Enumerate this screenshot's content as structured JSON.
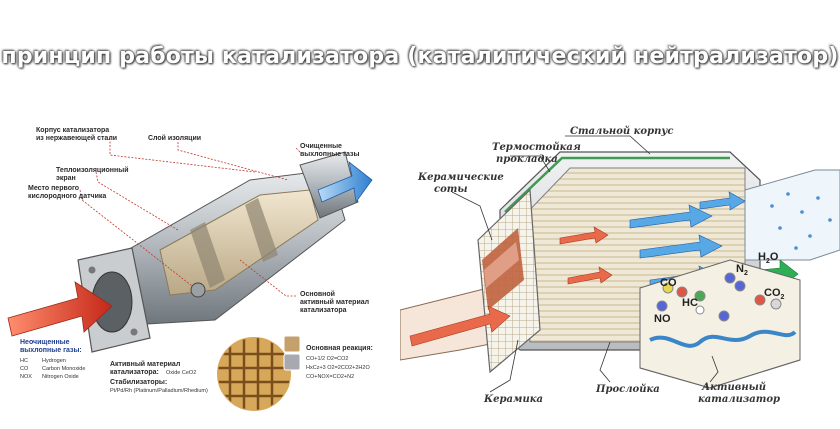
{
  "title": "принцип работы катализатора (каталитический нейтрализатор)",
  "left": {
    "labels": {
      "housing": [
        "Корпус катализатора",
        "из нержавеющей стали"
      ],
      "insulation": "Слой изоляции",
      "heat_shield": [
        "Теплоизоляционный",
        "экран"
      ],
      "sensor": [
        "Место первого",
        "кислородного датчика"
      ],
      "clean_gas": [
        "Очищенные",
        "выхлопные газы"
      ],
      "active_material": [
        "Основной",
        "активный материал",
        "катализатора"
      ],
      "raw_gas": [
        "Неочищенные",
        "выхлопные газы:"
      ],
      "active_catalyst_title": [
        "Активный материал",
        "катализатора:"
      ],
      "active_catalyst_value": "Oxide CeO2",
      "stabilizers_title": "Стабилизаторы:",
      "stabilizers_value": "Pt/Pd/Rh (Platinum/Palladium/Rhedium)",
      "reaction_title": "Основная реакция:"
    },
    "gases": [
      {
        "code": "HC",
        "name": "Hydrogen"
      },
      {
        "code": "CO",
        "name": "Carbon Monoxide"
      },
      {
        "code": "NOX",
        "name": "Nitrogen Oxide"
      }
    ],
    "reactions": [
      "CO+1/2 O2=CO2",
      "HxCz+3 O2=2CO2+2H2O",
      "CO+NOX=CO2+N2"
    ]
  },
  "right": {
    "labels": {
      "steel_housing": "Стальной корпус",
      "heat_gasket": [
        "Термостойкая",
        "прокладка"
      ],
      "ceramic_cells": [
        "Керамические",
        "соты"
      ],
      "ceramics": "Керамика",
      "interlayer": "Прослойка",
      "active_catalyst": [
        "Активный",
        "катализатор"
      ]
    },
    "molecules": {
      "co": "CO",
      "hc": "HC",
      "no": "NO",
      "n2": "N",
      "n2_sub": "2",
      "h2o_h": "H",
      "h2o_sub": "2",
      "h2o_o": "O",
      "co2": "CO",
      "co2_sub": "2"
    }
  },
  "colors": {
    "raw_gas_arrow": "#d9402a",
    "clean_gas_arrow": "#2f7fd1",
    "clean_flow_arrow": "#58a8e6",
    "dirty_flow_arrow": "#e86a4a",
    "outlet_arrow": "#2fae55",
    "housing_line": "#3f9a52"
  }
}
